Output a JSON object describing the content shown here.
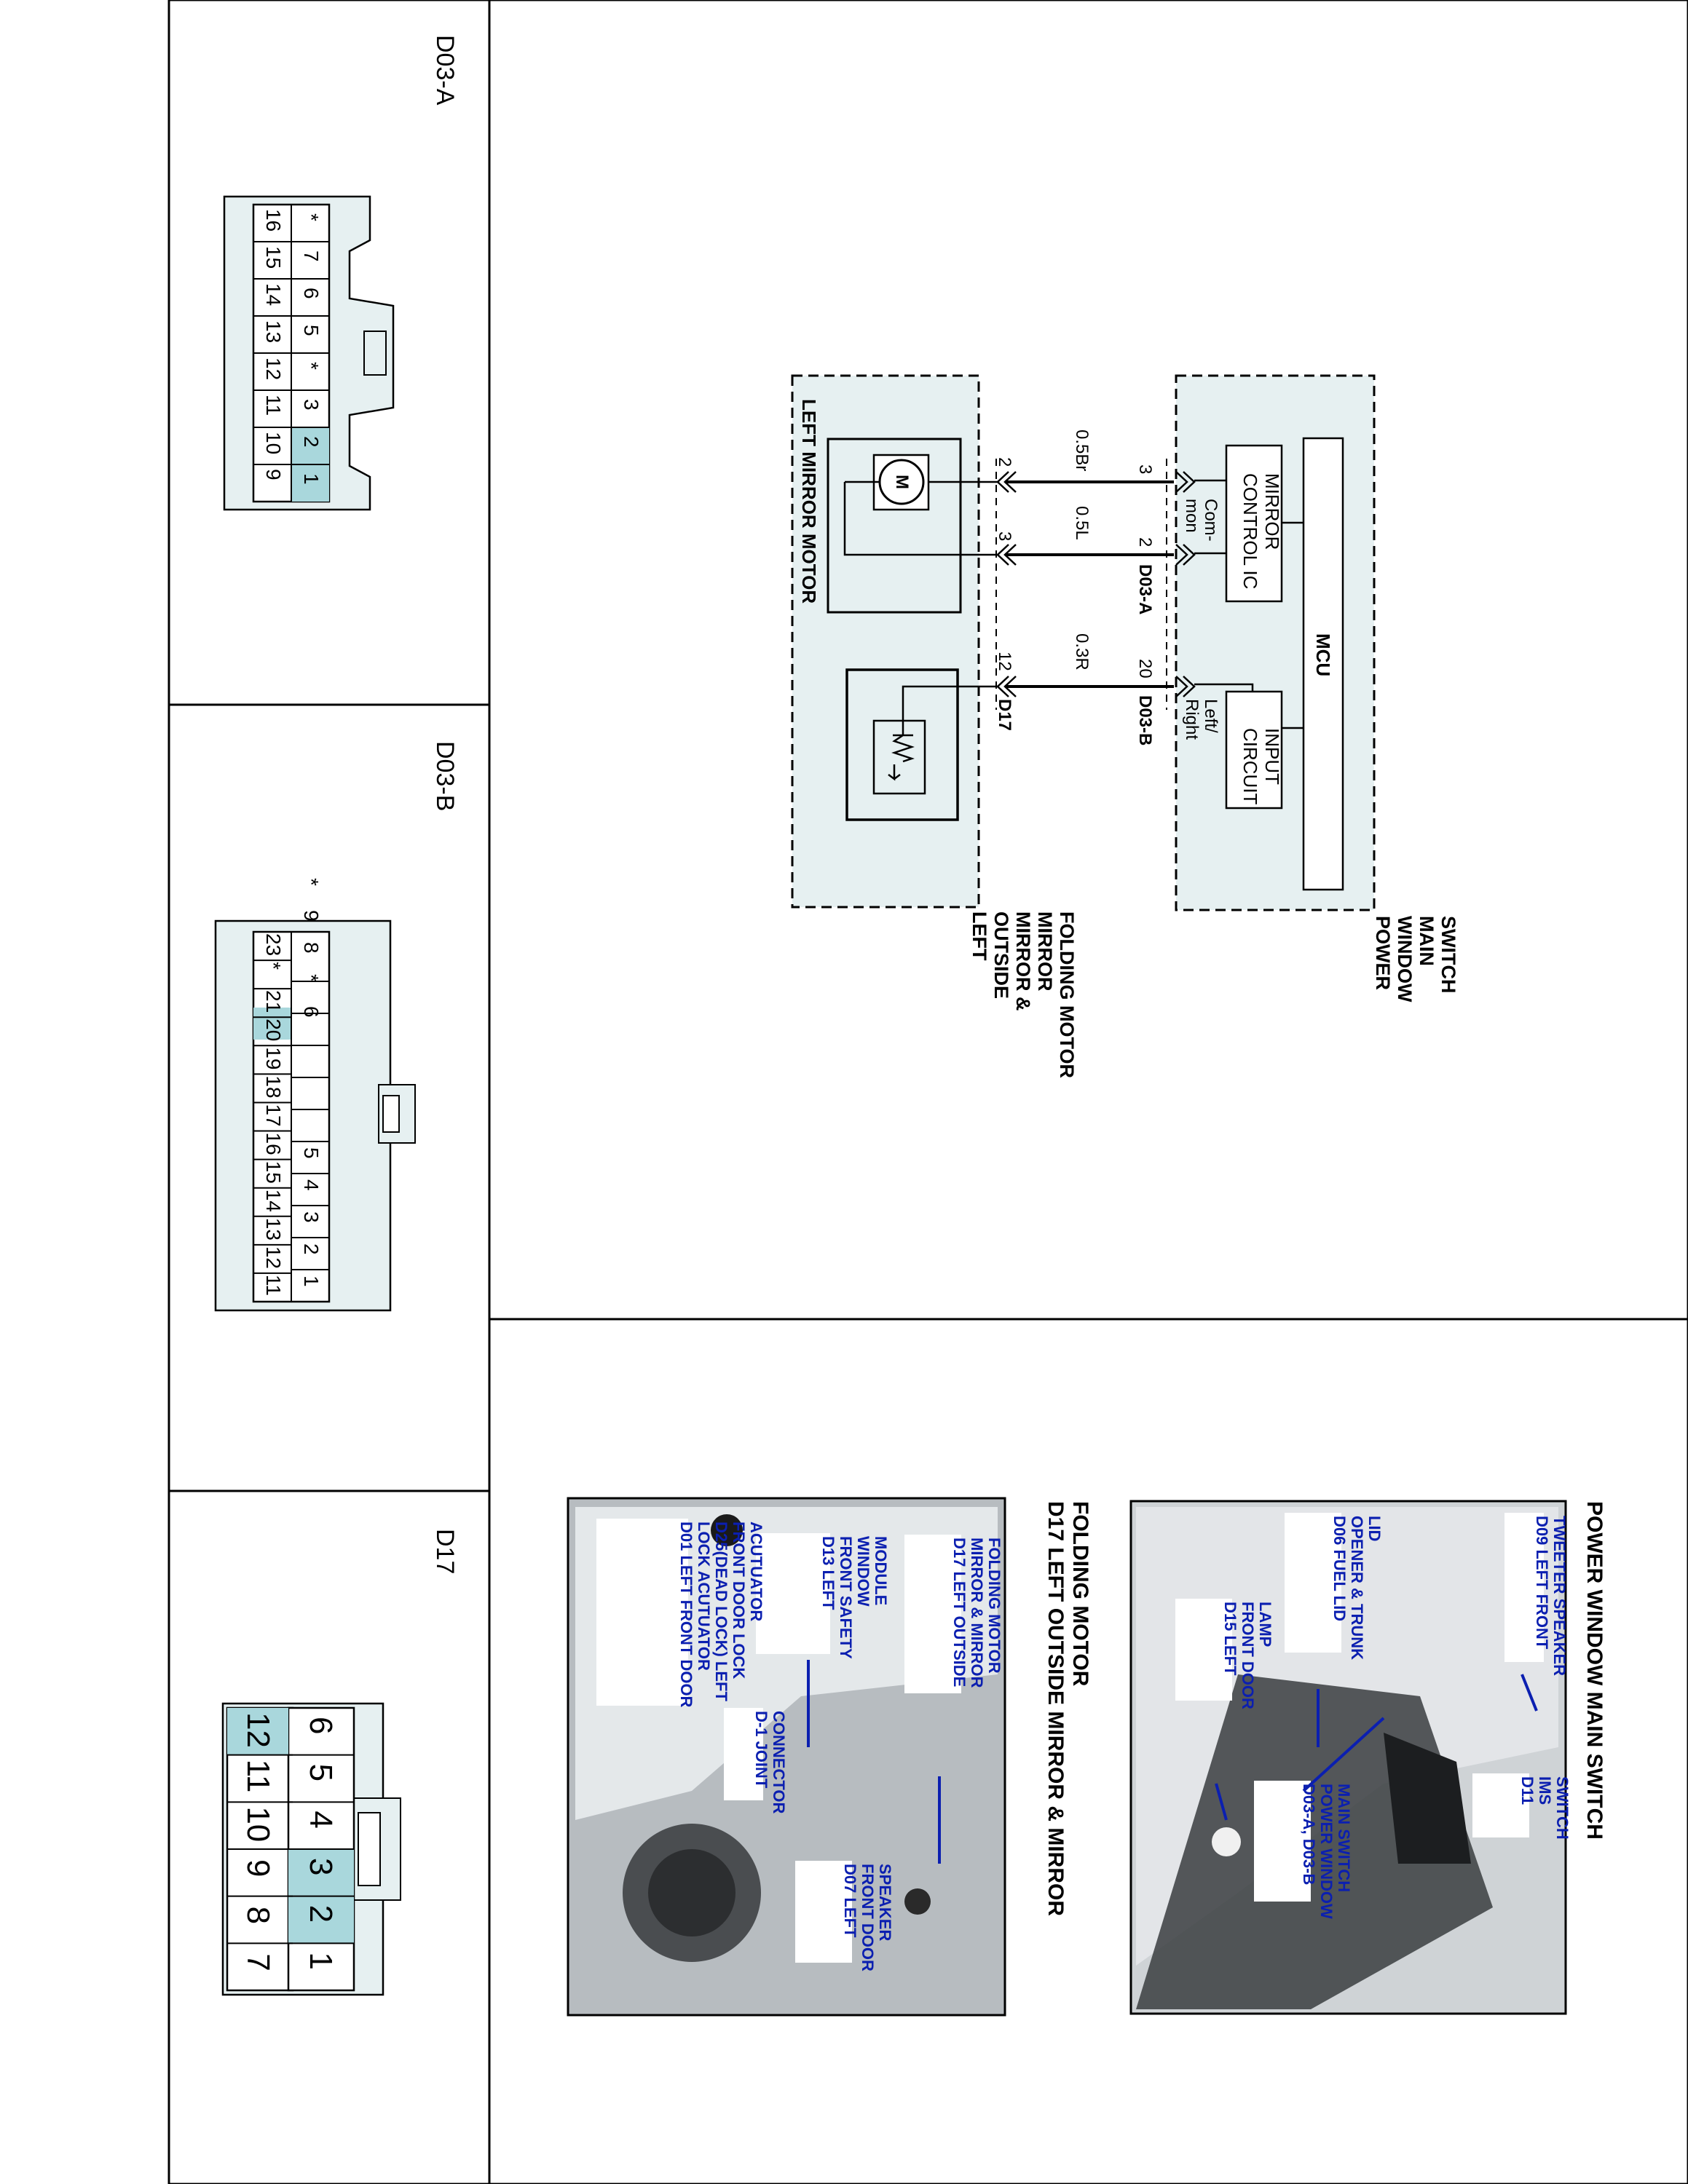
{
  "connectors": {
    "d03a": {
      "title": "D03-A",
      "row_top": [
        "1",
        "2",
        "3",
        "*",
        "5",
        "6",
        "7",
        "*"
      ],
      "row_bottom": [
        "9",
        "10",
        "11",
        "12",
        "13",
        "14",
        "15",
        "16"
      ]
    },
    "d03b": {
      "title": "D03-B",
      "row_top": [
        "1",
        "2",
        "3",
        "4",
        "5",
        "6",
        "*",
        "8",
        "9",
        "*"
      ],
      "row_bottom": [
        "11",
        "12",
        "13",
        "14",
        "15",
        "16",
        "17",
        "18",
        "19",
        "20",
        "21",
        "*",
        "23"
      ]
    },
    "d17": {
      "title": "D17",
      "row_top": [
        "1",
        "2",
        "3",
        "4",
        "5",
        "6"
      ],
      "row_bottom": [
        "7",
        "8",
        "9",
        "10",
        "11",
        "12"
      ]
    }
  },
  "schematic": {
    "pw_switch": "POWER WINDOW MAIN SWITCH",
    "mcu": "MCU",
    "mirror_ic": "MIRROR CONTROL IC",
    "input_circuit": "INPUT CIRCUIT",
    "common": "Com- mon",
    "left_right": "Left/ Right",
    "wire1": "0.5Br",
    "wire2": "0.5L",
    "wire3": "0.3R",
    "pin_a3": "3",
    "pin_a2": "2",
    "pin_b20": "20",
    "conn_a": "D03-A",
    "conn_b": "D03-B",
    "pin_m2": "2",
    "pin_m3": "3",
    "pin_m12": "12",
    "conn_d17": "D17",
    "motor_symbol": "M",
    "left_mirror_motor": "LEFT MIRROR MOTOR",
    "folding_motor": "LEFT OUTSIDE MIRROR & MIRROR FOLDING MOTOR"
  },
  "photos": {
    "photo1_title": "POWER WINDOW MAIN SWITCH",
    "photo1_labels": {
      "d09": "D09 LEFT FRONT TWEETER SPEAKER",
      "d06": "D06 FUEL LID OPENER & TRUNK LID",
      "d15": "D15 LEFT FRONT DOOR LAMP",
      "d03": "D03-A, D03-B POWER WINDOW MAIN SWITCH",
      "d11": "D11 IMS SWITCH"
    },
    "photo2_title": "D17 LEFT OUTSIDE MIRROR & MIRROR FOLDING MOTOR",
    "photo2_labels": {
      "d17": "D17 LEFT OUTSIDE MIRROR & MIRROR FOLDING MOTOR",
      "d13": "D13 LEFT FRONT SAFETY WINDOW MODULE",
      "d01": "D01 LEFT FRONT DOOR LOCK ACUTUATOR D25(DEAD LOCK) LEFT FRONT DOOR LOCK ACUTUATOR",
      "d1joint": "D-1 JOINT CONNECTOR",
      "d07": "D07 LEFT FRONT DOOR SPEAKER"
    }
  },
  "colors": {
    "highlight": "#a9d7dc",
    "panel": "#e6f0f1",
    "label": "#0b1fb0"
  }
}
